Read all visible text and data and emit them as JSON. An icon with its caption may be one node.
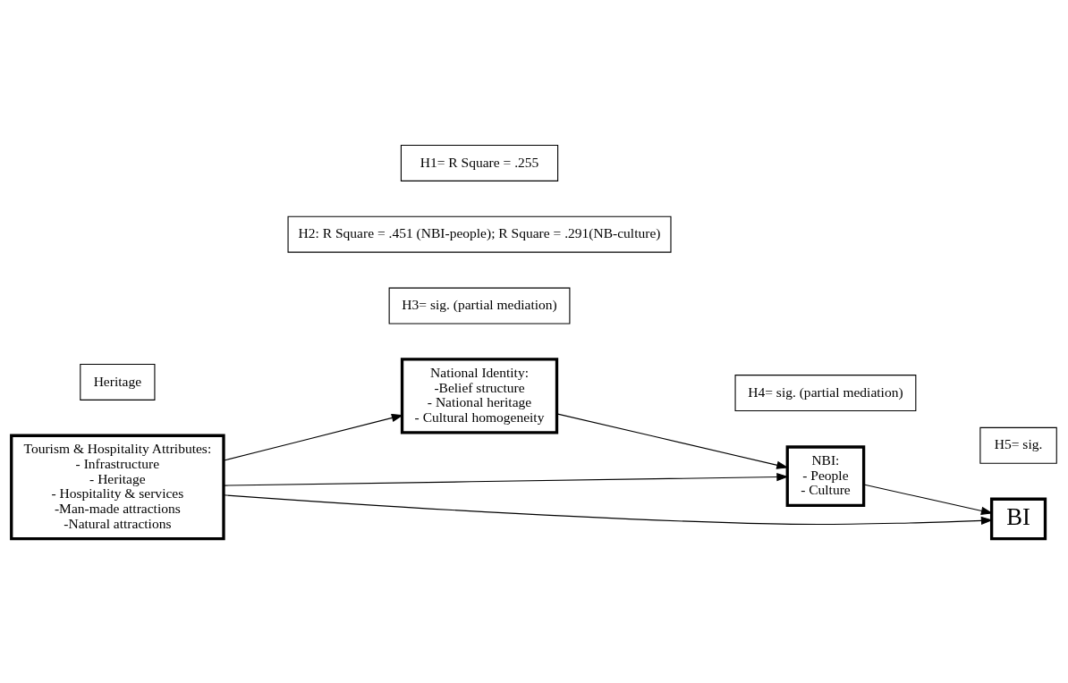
{
  "diagram": {
    "nodes": [
      {
        "text": [
          "National Identity: -Belief structure - National heritage - Cultural homogeneity"
        ]
      },
      {
        "text": [
          "Heritage"
        ]
      },
      {
        "text": [
          "H4= sig. (partial mediation)"
        ]
      },
      {
        "text": [
          "H3= sig. (partial mediation)"
        ]
      },
      {
        "text": [
          "Tourism & Hospitality Attributes: - Infrastructure - Heritage - Hospitality & services -Man-made attractions -Natural attractions"
        ]
      },
      {
        "text": [
          "NBI: - People - Culture"
        ]
      },
      {
        "text": [
          "BI"
        ]
      },
      {
        "text": [
          "H2: R Square = .451 (NBI-people); R Square = .291(NB-culture)"
        ]
      },
      {
        "text": [
          "H5= sig."
        ]
      },
      {
        "text": [
          "H1= R Square = .255"
        ]
      }
    ],
    "edges": [
      {
        "from": 4,
        "to": 0,
        "arrow": "to"
      },
      {
        "from": 0,
        "to": 5,
        "arrow": "to"
      },
      {
        "from": 4,
        "to": 5,
        "arrow": "to"
      },
      {
        "from": 5,
        "to": 6,
        "arrow": "to"
      },
      {
        "from": 4,
        "to": 6,
        "arrow": "to"
      }
    ]
  }
}
